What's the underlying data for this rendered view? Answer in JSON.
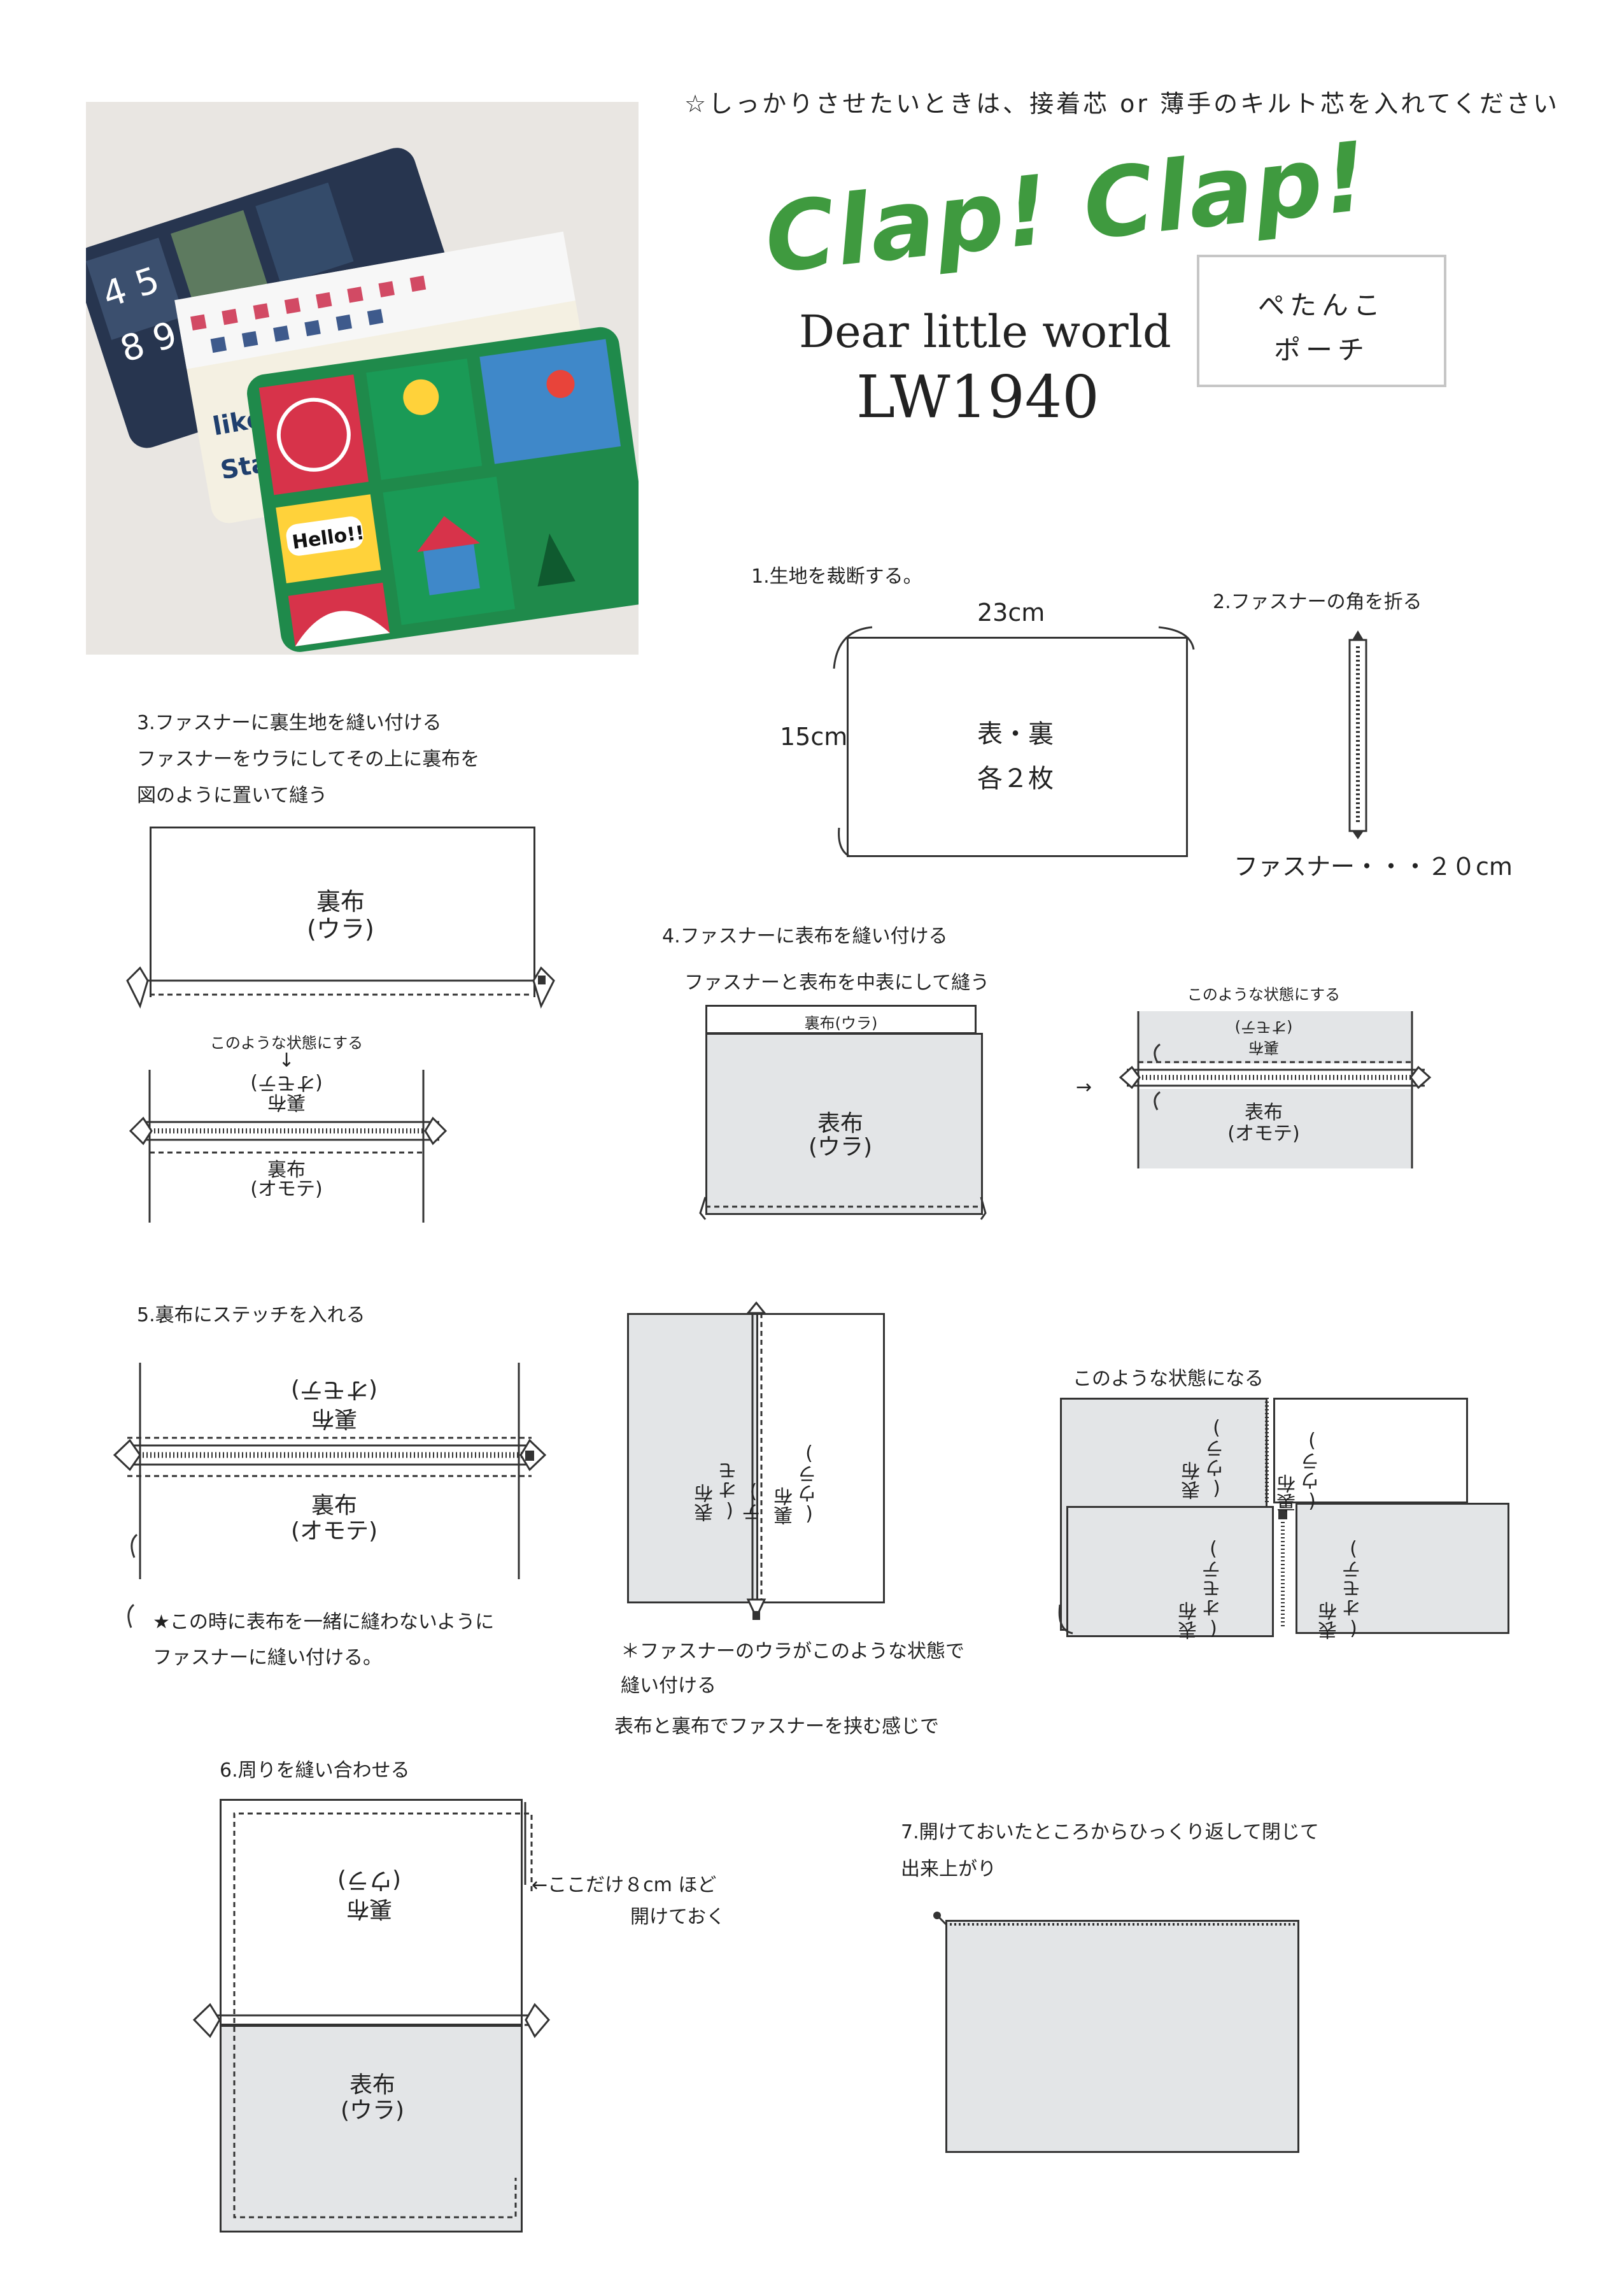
{
  "header": {
    "note": "☆しっかりさせたいときは、接着芯 or 薄手のキルト芯を入れてください",
    "brand_logo": "Clap! Clap!",
    "series": "Dear little world",
    "product_code": "LW1940",
    "item_name_line1": "ぺたんこ",
    "item_name_line2": "ポーチ"
  },
  "photo": {
    "badge": "Hello!!"
  },
  "step1": {
    "title": "1.生地を裁断する。",
    "width": "23cm",
    "height": "15cm",
    "inner_line1": "表・裏",
    "inner_line2": "各２枚"
  },
  "step2": {
    "title": "2.ファスナーの角を折る",
    "caption": "ファスナー・・・２０cm"
  },
  "step3": {
    "line1": "3.ファスナーに裏生地を縫い付ける",
    "line2": "ファスナーをウラにしてその上に裏布を",
    "line3": "図のように置いて縫う",
    "piece_label1": "裏布",
    "piece_label2": "(ウラ)",
    "note_state": "このような状態にする",
    "arrow": "↓",
    "upside_label1": "(オモテ)",
    "upside_label2": "裏布",
    "lower_label1": "裏布",
    "lower_label2": "(オモテ)"
  },
  "step4": {
    "title": "4.ファスナーに表布を縫い付ける",
    "subtitle": "ファスナーと表布を中表にして縫う",
    "top_strip": "裏布(ウラ)",
    "main_label1": "表布",
    "main_label2": "(ウラ)",
    "arrow": "→",
    "note_state": "このような状態にする",
    "upside_label1": "(オモテ)",
    "upside_label2": "裏布",
    "lower_label1": "表布",
    "lower_label2": "(オモテ)"
  },
  "step5": {
    "title": "5.裏布にステッチを入れる",
    "upside_label1": "(オモテ)",
    "upside_label2": "裏布",
    "lower_label1": "裏布",
    "lower_label2": "(オモテ)",
    "note_line1": "★この時に表布を一緒に縫わないように",
    "note_line2": "ファスナーに縫い付ける。",
    "mid_left_label1": "表布",
    "mid_left_label2": "(オモテ)",
    "mid_right_label1": "裏布",
    "mid_right_label2": "(ウラ)",
    "mid_note_line1": "＊ファスナーのウラがこのような状態で",
    "mid_note_line2": "縫い付ける",
    "mid_note_line3": "表布と裏布でファスナーを挟む感じで",
    "result_title": "このような状態になる",
    "r_tl_1": "表布",
    "r_tl_2": "(ウラ)",
    "r_tr_1": "裏布",
    "r_tr_2": "(ウラ)",
    "r_bl_1": "表布",
    "r_bl_2": "(オモテ)",
    "r_br_1": "表布",
    "r_br_2": "(オモテ)"
  },
  "step6": {
    "title": "6.周りを縫い合わせる",
    "top_label1": "(ウラ)",
    "top_label2": "裏布",
    "bottom_label1": "表布",
    "bottom_label2": "(ウラ)",
    "note_line1": "←ここだけ８cm ほど",
    "note_line2": "開けておく"
  },
  "step7": {
    "line1": "7.開けておいたところからひっくり返して閉じて",
    "line2": "出来上がり"
  },
  "colors": {
    "fabric_gray": "#e3e5e7",
    "logo_green": "#3f9a3f",
    "line": "#333333"
  }
}
